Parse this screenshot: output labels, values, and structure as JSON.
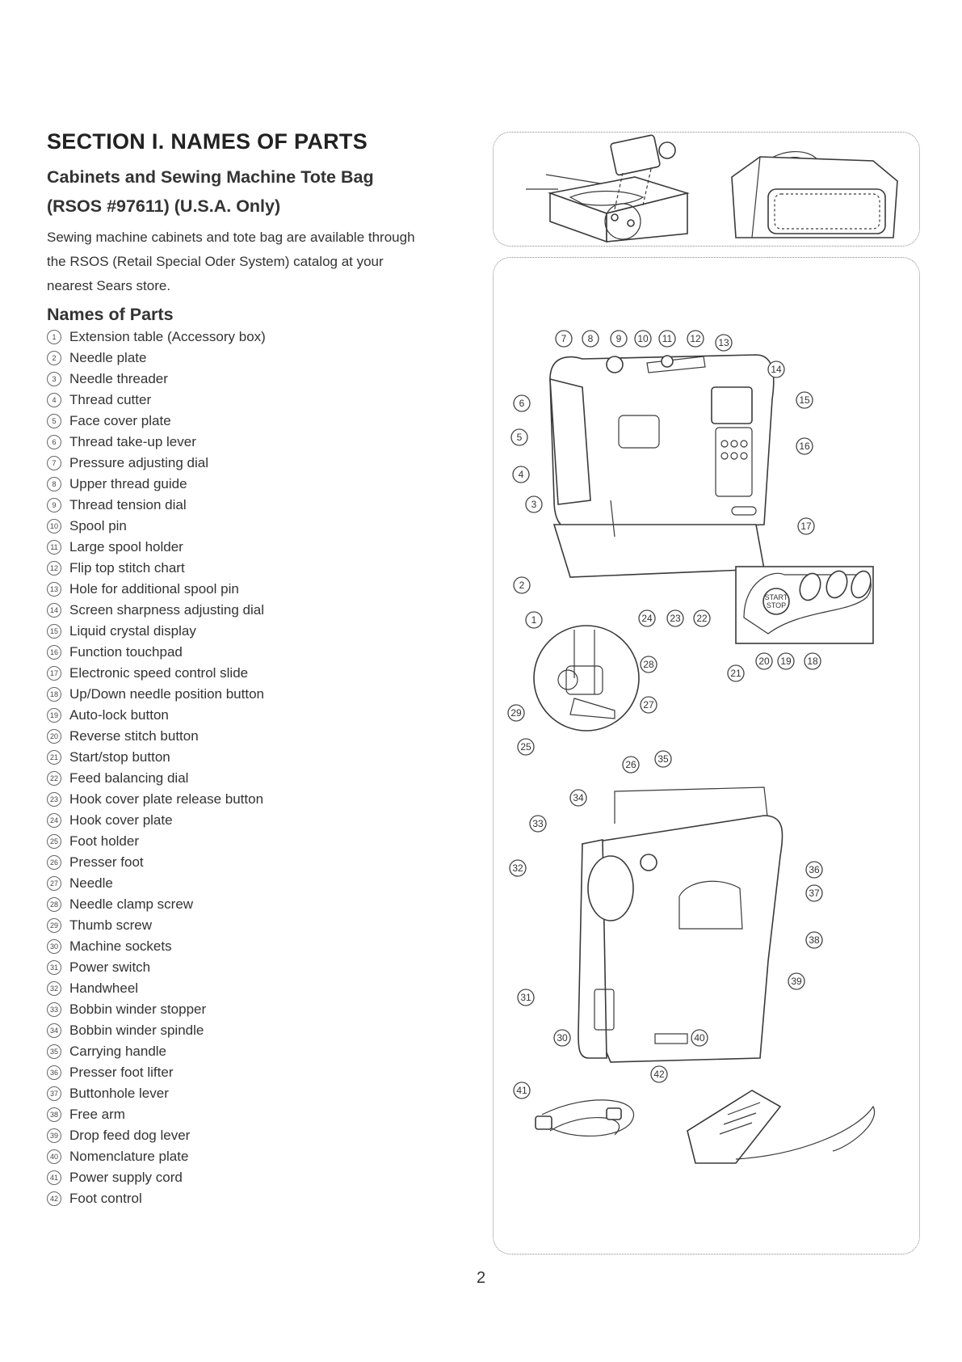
{
  "heading": {
    "section": "SECTION I. NAMES OF PARTS",
    "subheading_line1": "Cabinets and Sewing Machine Tote Bag",
    "subheading_line2": "(RSOS #97611) (U.S.A. Only)"
  },
  "intro": {
    "line1": "Sewing machine cabinets and tote bag are available through",
    "line2": "the RSOS (Retail Special Oder System) catalog at your",
    "line3": "nearest Sears store."
  },
  "names_heading": "Names of Parts",
  "parts": [
    {
      "num": "1",
      "name": "Extension table (Accessory box)"
    },
    {
      "num": "2",
      "name": "Needle plate"
    },
    {
      "num": "3",
      "name": "Needle threader"
    },
    {
      "num": "4",
      "name": "Thread cutter"
    },
    {
      "num": "5",
      "name": "Face cover plate"
    },
    {
      "num": "6",
      "name": "Thread take-up lever"
    },
    {
      "num": "7",
      "name": "Pressure adjusting dial"
    },
    {
      "num": "8",
      "name": "Upper thread guide"
    },
    {
      "num": "9",
      "name": "Thread tension dial"
    },
    {
      "num": "10",
      "name": "Spool pin"
    },
    {
      "num": "11",
      "name": "Large spool holder"
    },
    {
      "num": "12",
      "name": "Flip top stitch chart"
    },
    {
      "num": "13",
      "name": "Hole for additional spool pin"
    },
    {
      "num": "14",
      "name": "Screen sharpness adjusting dial"
    },
    {
      "num": "15",
      "name": "Liquid crystal display"
    },
    {
      "num": "16",
      "name": "Function touchpad"
    },
    {
      "num": "17",
      "name": "Electronic speed control slide"
    },
    {
      "num": "18",
      "name": "Up/Down needle position button"
    },
    {
      "num": "19",
      "name": "Auto-lock button"
    },
    {
      "num": "20",
      "name": "Reverse stitch button"
    },
    {
      "num": "21",
      "name": "Start/stop button"
    },
    {
      "num": "22",
      "name": "Feed balancing dial"
    },
    {
      "num": "23",
      "name": "Hook cover plate release button"
    },
    {
      "num": "24",
      "name": "Hook cover plate"
    },
    {
      "num": "25",
      "name": "Foot holder"
    },
    {
      "num": "26",
      "name": "Presser foot"
    },
    {
      "num": "27",
      "name": "Needle"
    },
    {
      "num": "28",
      "name": "Needle clamp screw"
    },
    {
      "num": "29",
      "name": "Thumb screw"
    },
    {
      "num": "30",
      "name": "Machine sockets"
    },
    {
      "num": "31",
      "name": "Power switch"
    },
    {
      "num": "32",
      "name": "Handwheel"
    },
    {
      "num": "33",
      "name": "Bobbin winder stopper"
    },
    {
      "num": "34",
      "name": "Bobbin winder spindle"
    },
    {
      "num": "35",
      "name": "Carrying handle"
    },
    {
      "num": "36",
      "name": "Presser foot lifter"
    },
    {
      "num": "37",
      "name": "Buttonhole lever"
    },
    {
      "num": "38",
      "name": "Free arm"
    },
    {
      "num": "39",
      "name": "Drop feed dog lever"
    },
    {
      "num": "40",
      "name": "Nomenclature plate"
    },
    {
      "num": "41",
      "name": "Power supply cord"
    },
    {
      "num": "42",
      "name": "Foot control"
    }
  ],
  "button_text": {
    "start_line1": "START",
    "start_line2": "STOP"
  },
  "callouts": [
    "7",
    "8",
    "9",
    "10",
    "11",
    "12",
    "13",
    "14",
    "15",
    "6",
    "5",
    "16",
    "4",
    "3",
    "17",
    "2",
    "1",
    "24",
    "23",
    "22",
    "21",
    "20",
    "19",
    "18",
    "28",
    "27",
    "29",
    "25",
    "26",
    "35",
    "34",
    "33",
    "32",
    "36",
    "37",
    "38",
    "39",
    "31",
    "30",
    "40",
    "41",
    "42"
  ],
  "page_number": "2"
}
